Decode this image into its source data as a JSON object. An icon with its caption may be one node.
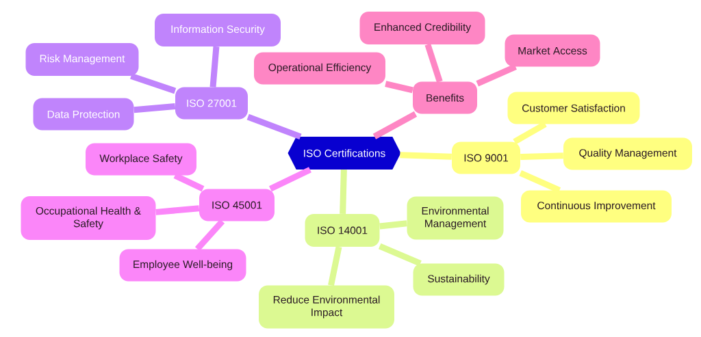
{
  "diagram": {
    "nodes": [
      {
        "text": [
          "ISO Certifications"
        ]
      },
      {
        "text": [
          "ISO 27001"
        ]
      },
      {
        "text": [
          "Information Security"
        ]
      },
      {
        "text": [
          "Risk Management"
        ]
      },
      {
        "text": [
          "Data Protection"
        ]
      },
      {
        "text": [
          "Benefits"
        ]
      },
      {
        "text": [
          "Enhanced Credibility"
        ]
      },
      {
        "text": [
          "Operational Efficiency"
        ]
      },
      {
        "text": [
          "Market Access"
        ]
      },
      {
        "text": [
          "ISO 9001"
        ]
      },
      {
        "text": [
          "Customer Satisfaction"
        ]
      },
      {
        "text": [
          "Quality Management"
        ]
      },
      {
        "text": [
          "Continuous Improvement"
        ]
      },
      {
        "text": [
          "ISO 14001"
        ]
      },
      {
        "text": [
          "Environmental Management"
        ]
      },
      {
        "text": [
          "Sustainability"
        ]
      },
      {
        "text": [
          "Reduce Environmental Impact"
        ]
      },
      {
        "text": [
          "ISO 45001"
        ]
      },
      {
        "text": [
          "Workplace Safety"
        ]
      },
      {
        "text": [
          "Occupational Health & Safety"
        ]
      },
      {
        "text": [
          "Employee Well-being"
        ]
      }
    ],
    "edges": [
      {
        "from": 0,
        "to": 1,
        "arrow": "none",
        "color": "#c084fc"
      },
      {
        "from": 1,
        "to": 2,
        "arrow": "none",
        "color": "#c084fc"
      },
      {
        "from": 1,
        "to": 3,
        "arrow": "none",
        "color": "#c084fc"
      },
      {
        "from": 1,
        "to": 4,
        "arrow": "none",
        "color": "#c084fc"
      },
      {
        "from": 0,
        "to": 5,
        "arrow": "none",
        "color": "#fe86c4"
      },
      {
        "from": 5,
        "to": 6,
        "arrow": "none",
        "color": "#fe86c4"
      },
      {
        "from": 5,
        "to": 7,
        "arrow": "none",
        "color": "#fe86c4"
      },
      {
        "from": 5,
        "to": 8,
        "arrow": "none",
        "color": "#fe86c4"
      },
      {
        "from": 0,
        "to": 9,
        "arrow": "none",
        "color": "#ffff80"
      },
      {
        "from": 9,
        "to": 10,
        "arrow": "none",
        "color": "#ffff80"
      },
      {
        "from": 9,
        "to": 11,
        "arrow": "none",
        "color": "#ffff80"
      },
      {
        "from": 9,
        "to": 12,
        "arrow": "none",
        "color": "#ffff80"
      },
      {
        "from": 0,
        "to": 13,
        "arrow": "none",
        "color": "#dcf992"
      },
      {
        "from": 13,
        "to": 14,
        "arrow": "none",
        "color": "#dcf992"
      },
      {
        "from": 13,
        "to": 15,
        "arrow": "none",
        "color": "#dcf992"
      },
      {
        "from": 13,
        "to": 16,
        "arrow": "none",
        "color": "#dcf992"
      },
      {
        "from": 0,
        "to": 17,
        "arrow": "none",
        "color": "#fb86f9"
      },
      {
        "from": 17,
        "to": 18,
        "arrow": "none",
        "color": "#fb86f9"
      },
      {
        "from": 17,
        "to": 19,
        "arrow": "none",
        "color": "#fb86f9"
      },
      {
        "from": 17,
        "to": 20,
        "arrow": "none",
        "color": "#fb86f9"
      }
    ]
  }
}
